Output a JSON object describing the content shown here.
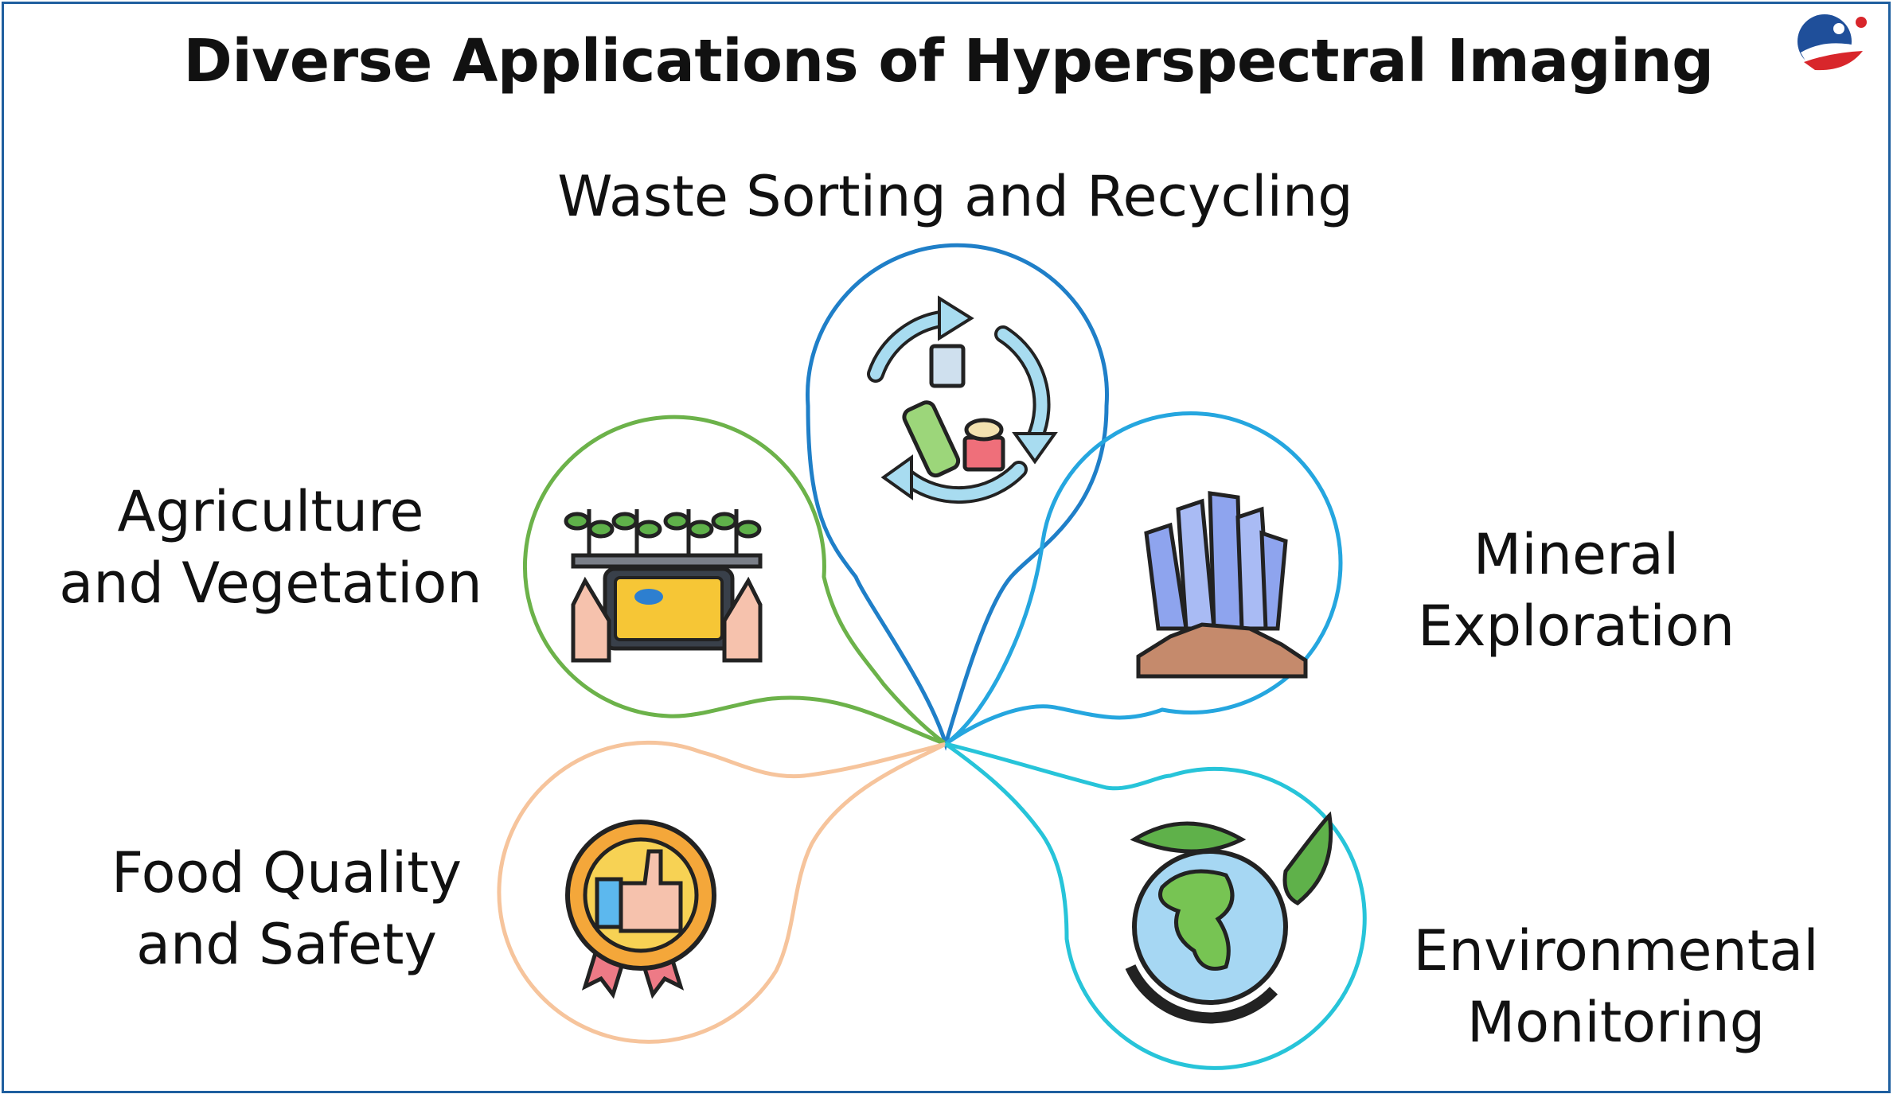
{
  "title": "Diverse Applications of Hyperspectral Imaging",
  "applications": [
    {
      "id": "waste",
      "line1": "Waste Sorting and Recycling",
      "line2": "",
      "icon": "recycling-icon",
      "color": "#1f7fc8"
    },
    {
      "id": "agri",
      "line1": "Agriculture",
      "line2": "and Vegetation",
      "icon": "plant-tablet-icon",
      "color": "#6cb24a"
    },
    {
      "id": "food",
      "line1": "Food Quality",
      "line2": "and Safety",
      "icon": "quality-badge-icon",
      "color": "#f6c49c"
    },
    {
      "id": "mineral",
      "line1": "Mineral",
      "line2": "Exploration",
      "icon": "crystal-icon",
      "color": "#25a6df"
    },
    {
      "id": "env",
      "line1": "Environmental",
      "line2": "Monitoring",
      "icon": "earth-leaves-icon",
      "color": "#27c4d9"
    }
  ],
  "logo_icon": "brand-logo-icon"
}
